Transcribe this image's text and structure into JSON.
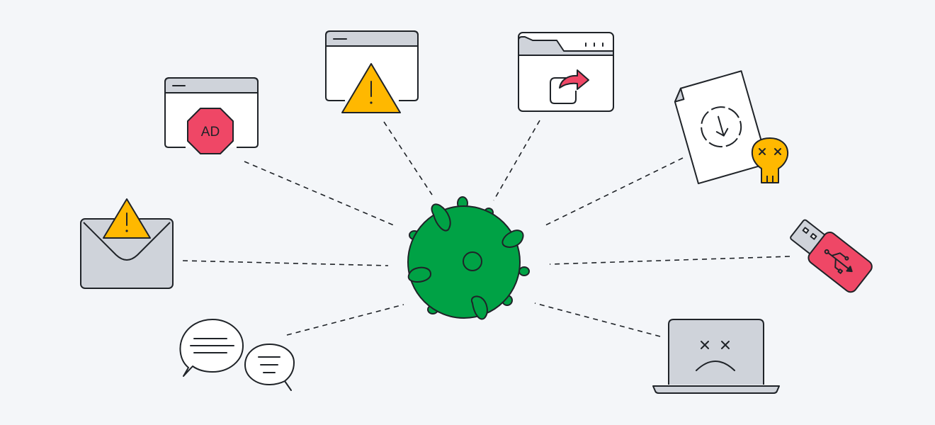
{
  "diagram": {
    "background": "#f4f6f9",
    "colors": {
      "virus_green": "#00a245",
      "outline": "#1f2328",
      "warning_yellow": "#ffb800",
      "danger_red": "#ef4766",
      "window_gray": "#cfd3da",
      "paper_white": "#ffffff"
    },
    "center": {
      "name": "virus-icon"
    },
    "vectors": [
      {
        "id": "ad-popup",
        "icon": "ad-stop-sign-window-icon",
        "badge_text": "AD"
      },
      {
        "id": "browser-warning",
        "icon": "browser-warning-icon"
      },
      {
        "id": "browser-redirect",
        "icon": "browser-redirect-icon"
      },
      {
        "id": "infected-download",
        "icon": "infected-download-icon"
      },
      {
        "id": "email-warning",
        "icon": "email-warning-icon"
      },
      {
        "id": "usb-drive",
        "icon": "usb-drive-icon"
      },
      {
        "id": "chat-messages",
        "icon": "chat-bubbles-icon"
      },
      {
        "id": "broken-laptop",
        "icon": "sad-laptop-icon"
      }
    ]
  }
}
